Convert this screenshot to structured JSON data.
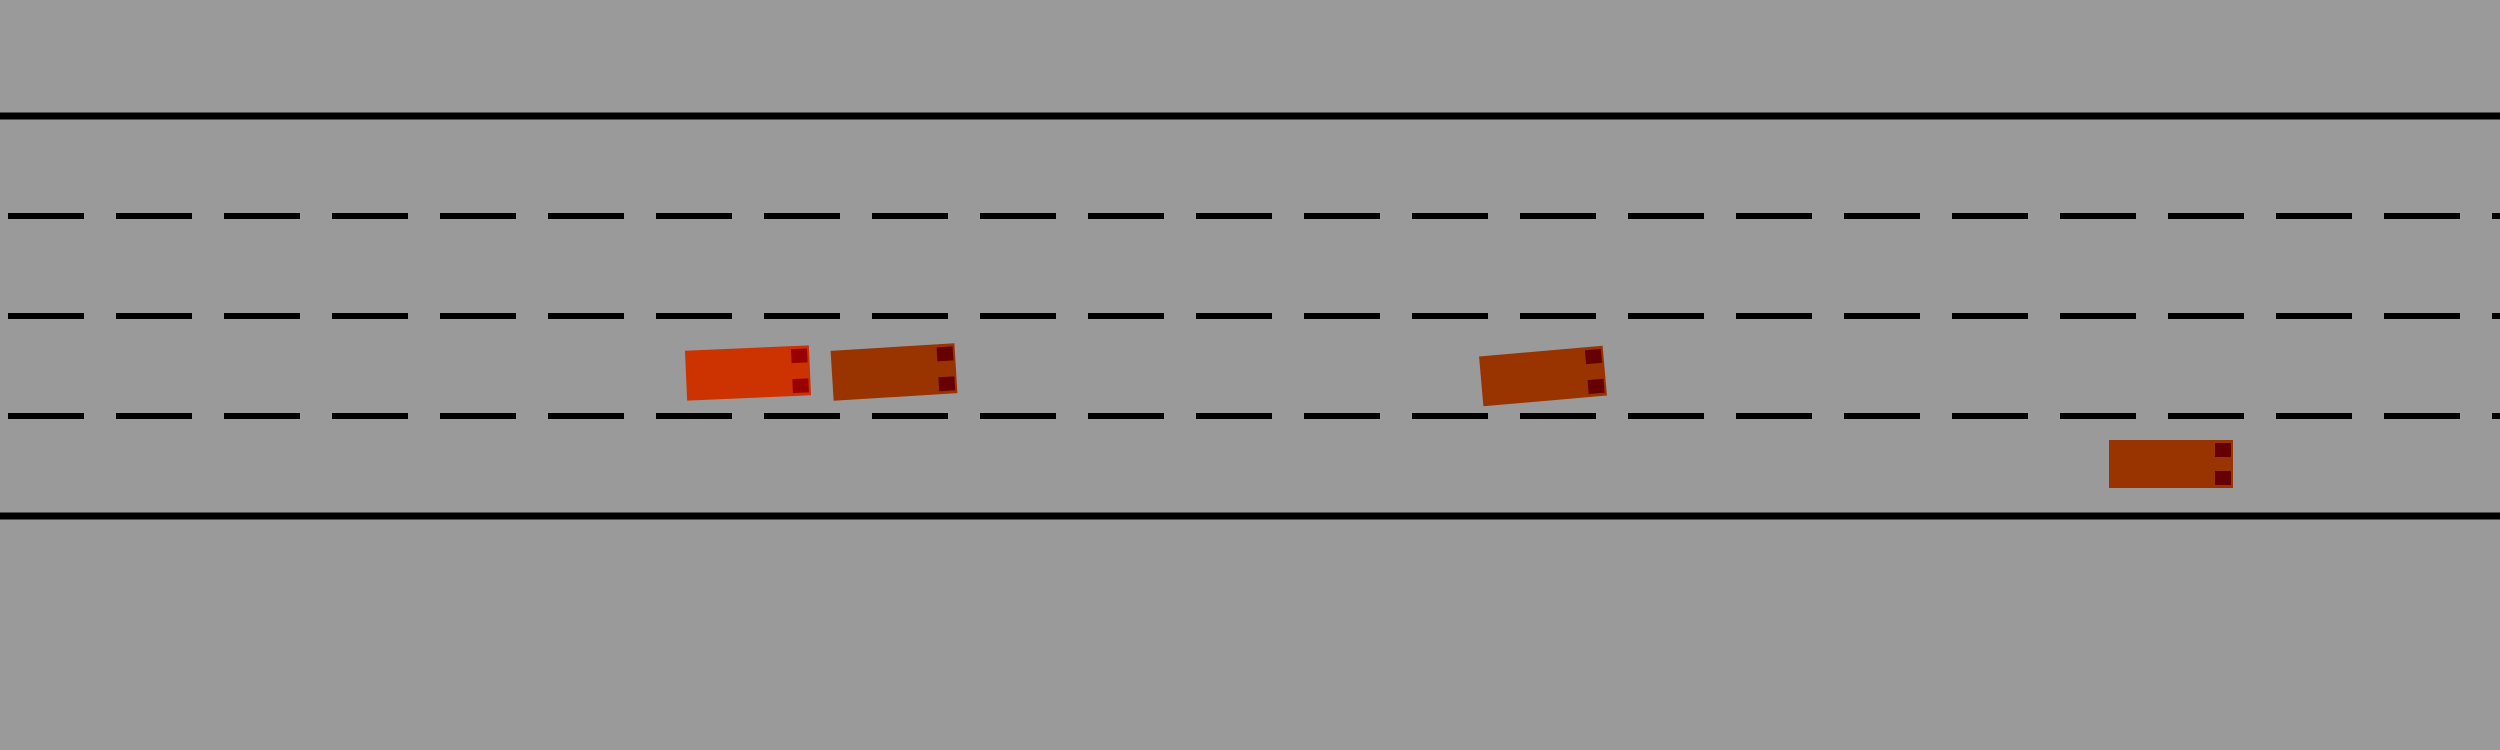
{
  "environment": "highway",
  "road": {
    "lane_count": 4,
    "background_color": "#9a9a9a",
    "line_color": "#000000",
    "boundary_style": "solid",
    "divider_style": "dashed"
  },
  "vehicles": [
    {
      "id": "ego",
      "role": "controlled",
      "lane": 3,
      "heading_deg": -2.5,
      "body_color": "#cc3300",
      "light_color": "#990000"
    },
    {
      "id": "car-1",
      "role": "other",
      "lane": 3,
      "heading_deg": -3.5,
      "body_color": "#993300",
      "light_color": "#660000"
    },
    {
      "id": "car-2",
      "role": "other",
      "lane": 3,
      "heading_deg": -5.0,
      "body_color": "#993300",
      "light_color": "#660000"
    },
    {
      "id": "car-3",
      "role": "other",
      "lane": 4,
      "heading_deg": 0,
      "body_color": "#993300",
      "light_color": "#660000"
    }
  ]
}
